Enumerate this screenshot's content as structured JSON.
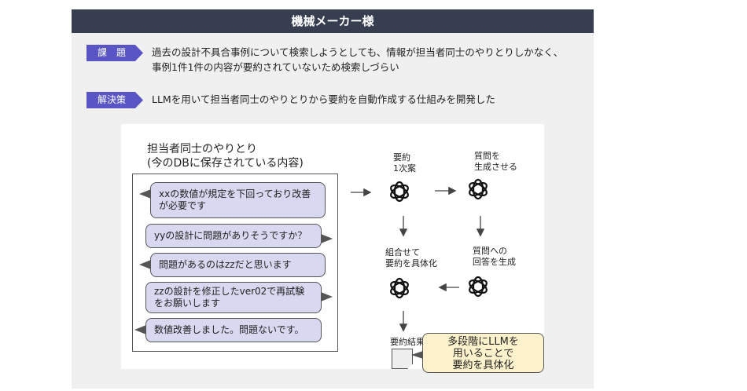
{
  "header": {
    "title": "機械メーカー様"
  },
  "issue": {
    "tag": "課　題",
    "line1": "過去の設計不具合事例について検索しようとしても、情報が担当者同士のやりとりしかなく、",
    "line2": "事例1件1件の内容が要約されていないため検索しづらい"
  },
  "solution": {
    "tag": "解決策",
    "text": "LLMを用いて担当者同士のやりとりから要約を自動作成する仕組みを開発した"
  },
  "diagram": {
    "title1": "担当者同士のやりとり",
    "title2": "(今のDBに保存されている内容)",
    "messages": [
      "xxの数値が規定を下回っており改善が必要です",
      "yyの設計に問題がありそうですか？",
      "問題があるのはzzだと思います",
      "zzの設計を修正したver02で再試験をお願いします",
      "数値改善しました。問題ないです。"
    ],
    "steps": {
      "s1a": "要約",
      "s1b": "1次案",
      "s2a": "質問を",
      "s2b": "生成させる",
      "s3a": "質問への",
      "s3b": "回答を生成",
      "s4a": "組合せて",
      "s4b": "要約を具体化",
      "result": "要約結果"
    },
    "callout": [
      "多段階にLLMを",
      "用いることで",
      "要約を具体化"
    ]
  },
  "colors": {
    "header": "#363e4f",
    "tag": "#5a55c4",
    "bubble": "#d8d8f0",
    "callout": "#fdf2cc"
  }
}
